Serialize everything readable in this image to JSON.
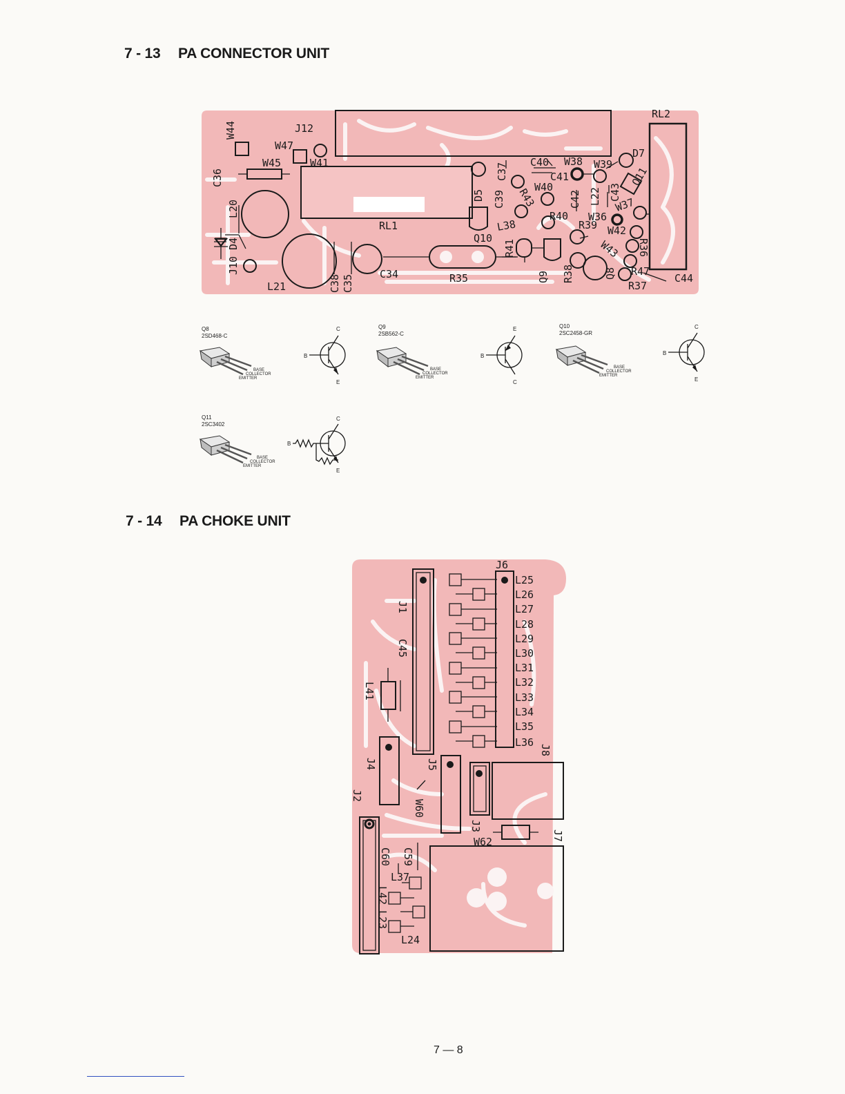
{
  "section1": {
    "number": "7 - 13",
    "title": "PA CONNECTOR UNIT"
  },
  "section2": {
    "number": "7 - 14",
    "title": "PA CHOKE UNIT"
  },
  "board1_labels": [
    "J12",
    "W44",
    "W47",
    "W41",
    "W45",
    "C36",
    "L20",
    "D4",
    "J10",
    "L21",
    "C38",
    "C35",
    "C34",
    "R35",
    "RL1",
    "D5",
    "C37",
    "C39",
    "R43",
    "C40",
    "W40",
    "C41",
    "W38",
    "W39",
    "D7",
    "RL2",
    "Q11",
    "L22",
    "C43",
    "C42",
    "W37",
    "R40",
    "L38",
    "Q10",
    "R39",
    "W36",
    "W42",
    "R41",
    "Q9",
    "R38",
    "Q8",
    "W43",
    "R36",
    "R47",
    "R37",
    "C44"
  ],
  "transistors": [
    {
      "ref": "Q8",
      "part": "2SD468-C",
      "type": "NPN",
      "top": "C",
      "bottom": "E"
    },
    {
      "ref": "Q9",
      "part": "2SB562-C",
      "type": "PNP",
      "top": "E",
      "bottom": "C"
    },
    {
      "ref": "Q10",
      "part": "2SC2458-GR",
      "type": "NPN",
      "top": "C",
      "bottom": "E"
    },
    {
      "ref": "Q11",
      "part": "2SC3402",
      "type": "NPN-R",
      "top": "C",
      "bottom": "E"
    }
  ],
  "pin_names": {
    "base": "BASE",
    "collector": "COLLECTOR",
    "emitter": "EMITTER",
    "b": "B"
  },
  "board2_labels": [
    "J6",
    "L25",
    "L26",
    "L27",
    "L28",
    "L29",
    "L30",
    "L31",
    "L32",
    "L33",
    "L34",
    "L35",
    "L36",
    "J1",
    "C45",
    "L41",
    "J4",
    "J5",
    "W60",
    "J8",
    "J2",
    "J3",
    "W62",
    "J7",
    "C59",
    "C60",
    "L37",
    "L42",
    "L23",
    "L24"
  ],
  "page_number": "7 — 8"
}
